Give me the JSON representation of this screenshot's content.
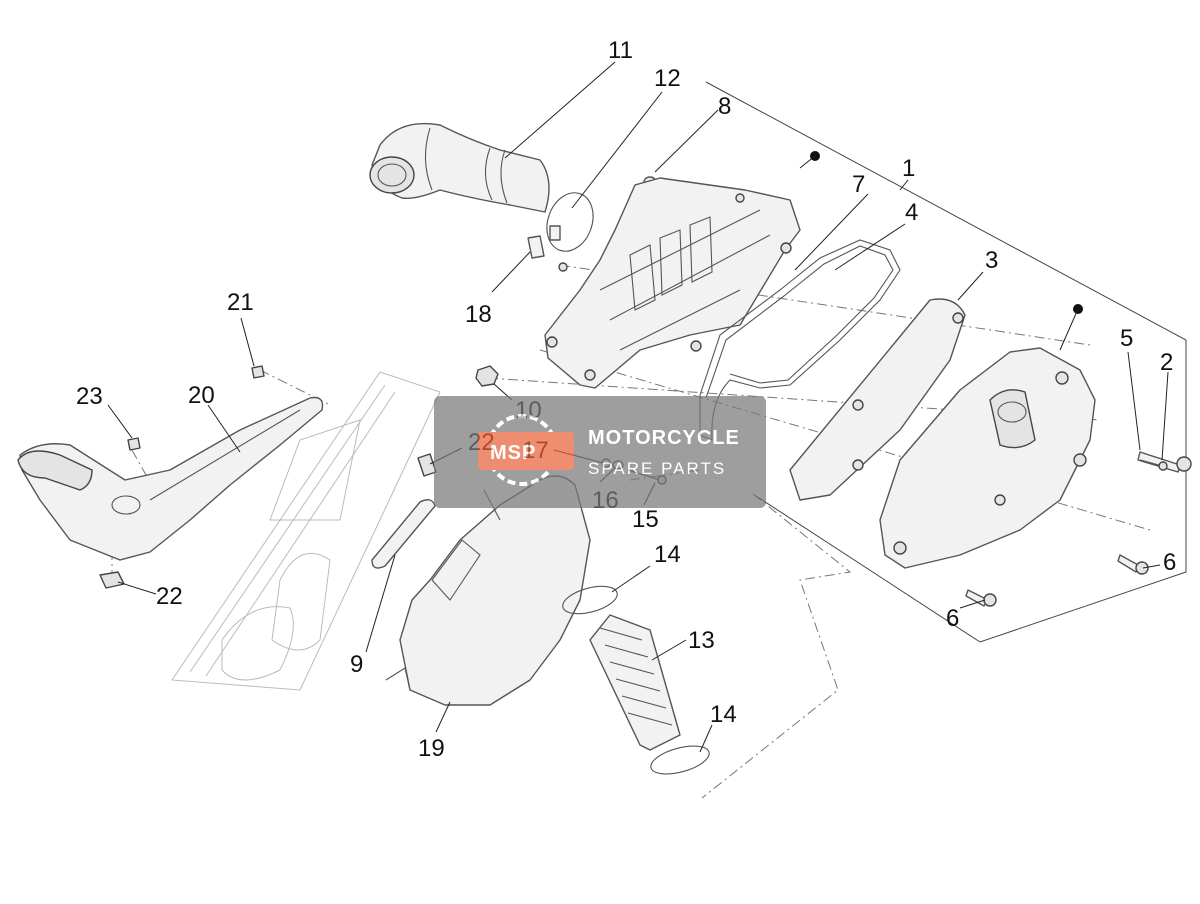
{
  "callouts": {
    "c1": "1",
    "c2": "2",
    "c3": "3",
    "c4": "4",
    "c5": "5",
    "c6a": "6",
    "c6b": "6",
    "c7": "7",
    "c8": "8",
    "c9": "9",
    "c10": "10",
    "c11": "11",
    "c12": "12",
    "c13": "13",
    "c14a": "14",
    "c14b": "14",
    "c15": "15",
    "c16": "16",
    "c17": "17",
    "c18": "18",
    "c19": "19",
    "c20": "20",
    "c21": "21",
    "c22a": "22",
    "c22b": "22",
    "c23": "23"
  },
  "watermark": {
    "badge": "MSP",
    "line1": "MOTORCYCLE",
    "line2": "SPARE PARTS",
    "color": "#7a7a7a",
    "accent": "#e8623a"
  },
  "colors": {
    "line": "#555555",
    "fill": "#f2f2f2",
    "background": "#ffffff"
  }
}
